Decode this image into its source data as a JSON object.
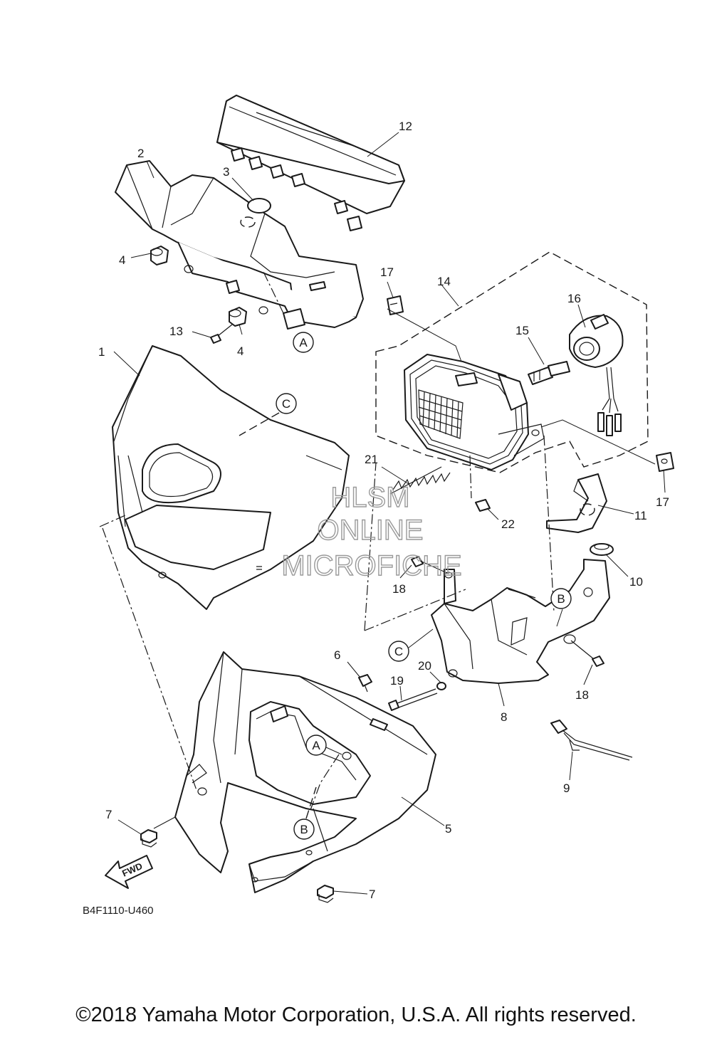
{
  "diagram_code": "B4F1110-U460",
  "copyright": "©2018 Yamaha Motor Corporation, U.S.A. All rights reserved.",
  "watermark": {
    "line1": "HLSM",
    "line2": "ONLINE",
    "line3": "MICROFICHE"
  },
  "fwd_label": "FWD",
  "refs": {
    "a": "A",
    "b": "B",
    "c": "C"
  },
  "parts": {
    "p1": "1",
    "p2": "2",
    "p3": "3",
    "p4": "4",
    "p5": "5",
    "p6": "6",
    "p7": "7",
    "p8": "8",
    "p9": "9",
    "p10": "10",
    "p11": "11",
    "p12": "12",
    "p13": "13",
    "p14": "14",
    "p15": "15",
    "p16": "16",
    "p17": "17",
    "p18": "18",
    "p19": "19",
    "p20": "20",
    "p21": "21",
    "p22": "22"
  }
}
